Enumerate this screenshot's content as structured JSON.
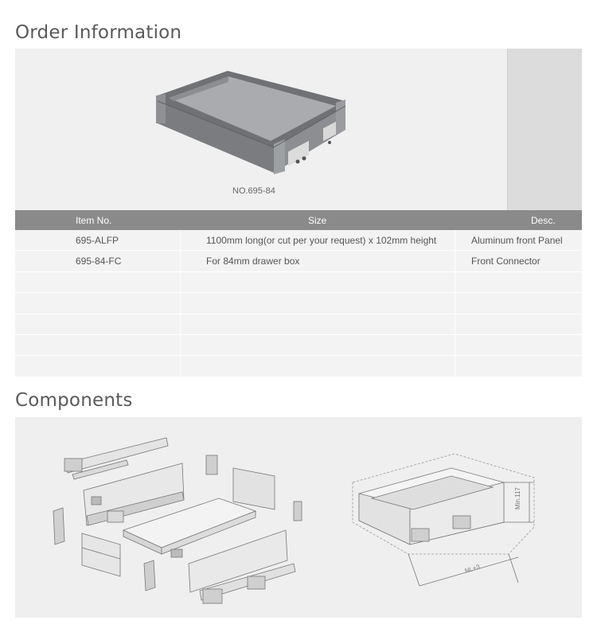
{
  "order_section": {
    "title": "Order Information",
    "product_caption": "NO.695-84"
  },
  "table": {
    "headers": [
      "Item No.",
      "Size",
      "Desc."
    ],
    "rows": [
      [
        "695-ALFP",
        "1100mm long(or cut per your request) x 102mm height",
        "Aluminum front Panel"
      ],
      [
        "695-84-FC",
        "For 84mm drawer box",
        "Front Connector"
      ],
      [
        "",
        "",
        ""
      ],
      [
        "",
        "",
        ""
      ],
      [
        "",
        "",
        ""
      ],
      [
        "",
        "",
        ""
      ],
      [
        "",
        "",
        ""
      ]
    ]
  },
  "components_section": {
    "title": "Components",
    "dimension_height": "Min.117",
    "dimension_width": "NL+3"
  },
  "colors": {
    "header_bg": "#8a8a8a",
    "panel_bg": "#f0f0f0",
    "drawer_grey": "#7d7f82"
  }
}
